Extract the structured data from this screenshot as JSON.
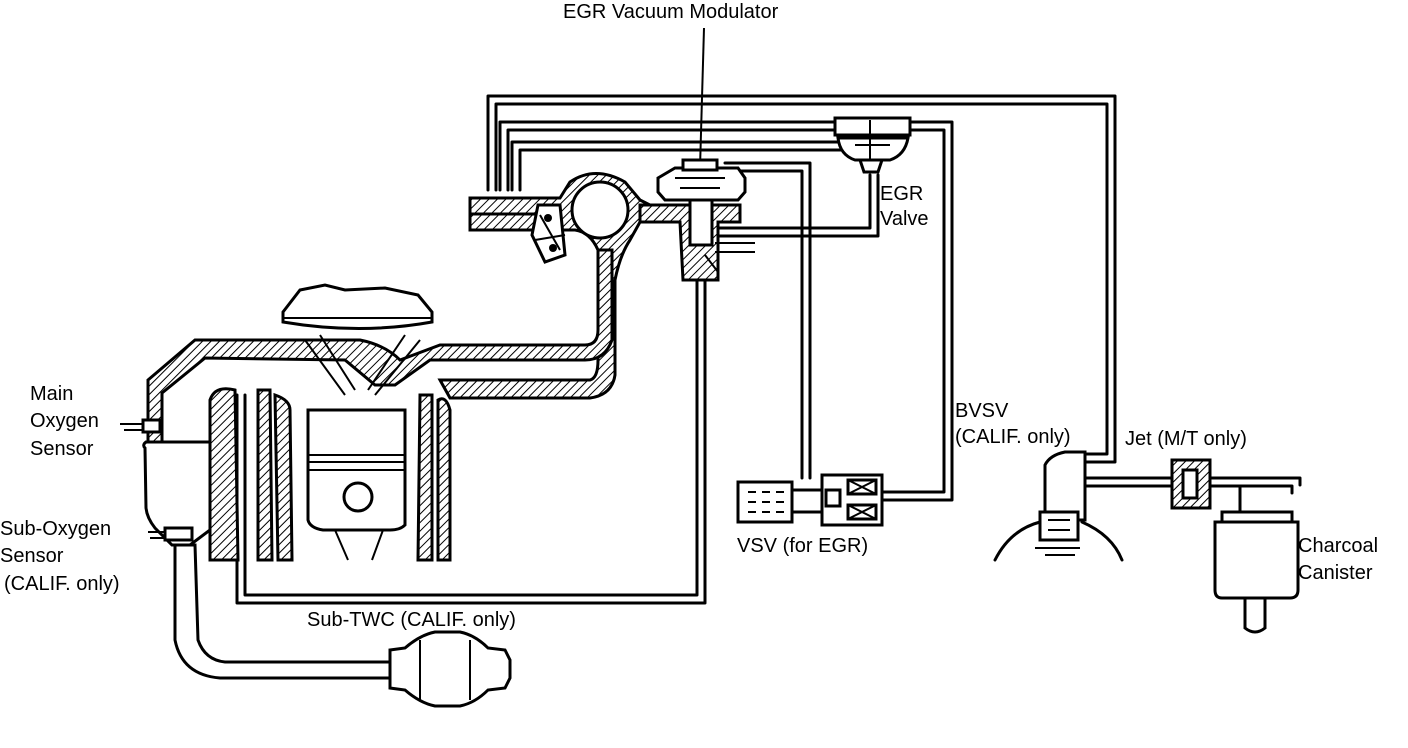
{
  "labels": {
    "egr_vacuum_modulator": "EGR Vacuum Modulator",
    "egr_valve_line1": "EGR",
    "egr_valve_line2": "Valve",
    "main_o2_line1": "Main",
    "main_o2_line2": "Oxygen",
    "main_o2_line3": "Sensor",
    "sub_o2_line1": "Sub-Oxygen",
    "sub_o2_line2": "Sensor",
    "sub_o2_line3": "(CALIF. only)",
    "bvsv_line1": "BVSV",
    "bvsv_line2": "(CALIF. only)",
    "jet": "Jet (M/T only)",
    "vsv": "VSV (for EGR)",
    "charcoal_line1": "Charcoal",
    "charcoal_line2": "Canister",
    "sub_twc": "Sub-TWC (CALIF. only)"
  },
  "colors": {
    "ink": "#000000",
    "paper": "#ffffff"
  }
}
